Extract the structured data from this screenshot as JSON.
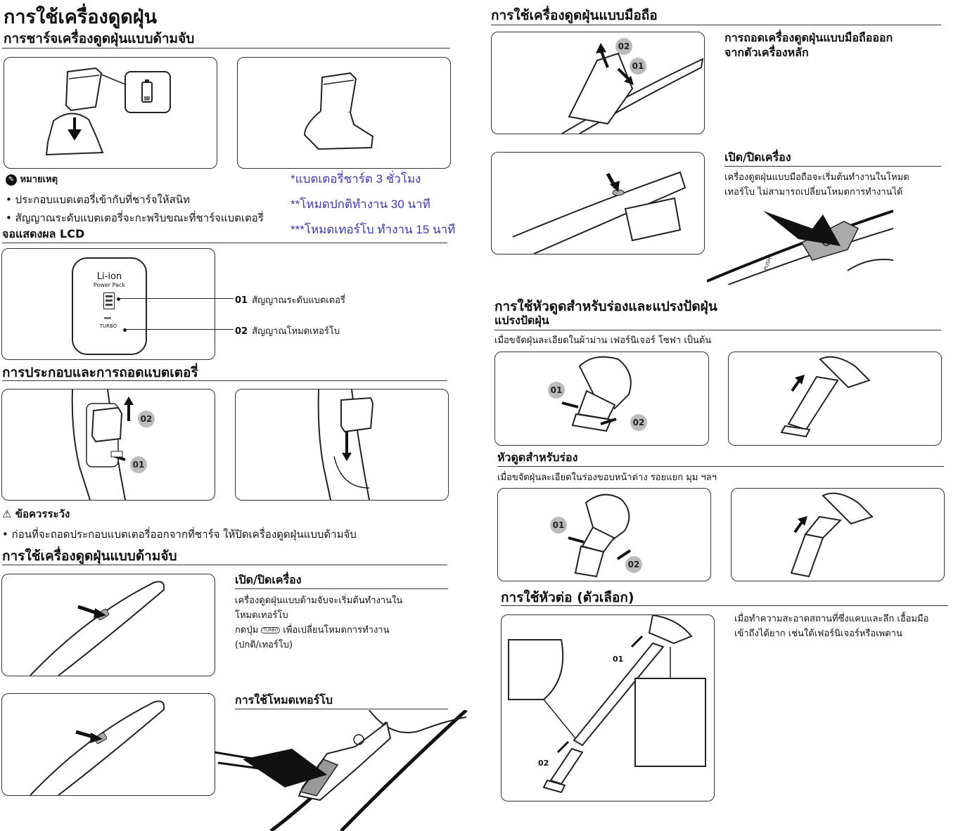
{
  "left": {
    "main_title": "การใช้เครื่องดูดฝุ่น",
    "charge_title": "การชาร์จเครื่องดูดฝุ่นแบบด้ามจับ",
    "note_label": "หมายเหตุ",
    "note_items": [
      "ประกอบแบตเตอรี่เข้ากับที่ชาร์จให้สนิท",
      "สัญญาณระดับแบตเตอรี่จะกะพริบขณะที่ชาร์จแบตเตอรี่"
    ],
    "extra_notes": [
      "*แบตเตอรี่ชาร์ต   3 ชั่วโมง",
      "**โหมดปกติทำงาน   30 นาที",
      "***โหมดเทอร์โบ   ทำงาน   15 นาที"
    ],
    "lcd_title": "จอแสดงผล LCD",
    "lcd_panel": {
      "brand": "Li-ion",
      "sub": "Power Pack",
      "turbo": "TURBO"
    },
    "lcd_callouts": [
      {
        "num": "01",
        "label": "สัญญาณระดับแบตเตอรี่"
      },
      {
        "num": "02",
        "label": "สัญญาณโหมดเทอร์โบ"
      }
    ],
    "battery_title": "การประกอบและการถอดแบตเตอรี่",
    "battery_steps": [
      "02",
      "01"
    ],
    "caution_label": "ข้อควรระวัง",
    "caution_item": "ก่อนที่จะถอดประกอบแบตเตอรี่ออกจากที่ชาร์จ ให้ปิดเครื่องดูดฝุ่นแบบด้ามจับ",
    "use_stick_title": "การใช้เครื่องดูดฝุ่นแบบด้ามจับ",
    "onoff_title": "เปิด/ปิดเครื่อง",
    "onoff_lines": [
      "เครื่องดูดฝุ่นแบบด้ามจับจะเริ่มต้นทำงานใน",
      "โหมดเทอร์โบ",
      "กดปุ่ม",
      "เพื่อเปลี่ยนโหมดการทำงาน",
      "(ปกติ/เทอร์โบ)"
    ],
    "turbo_icon_text": "TURBO",
    "turbo_title": "การใช้โหมดเทอร์โบ"
  },
  "right": {
    "handheld_title": "การใช้เครื่องดูดฝุ่นแบบมือถือ",
    "detach_lines": [
      "การถอดเครื่องดูดฝุ่นแบบมือถือออก",
      "จากตัวเครื่องหลัก"
    ],
    "detach_steps": [
      "02",
      "01"
    ],
    "hh_onoff_title": "เปิด/ปิดเครื่อง",
    "hh_onoff_lines": [
      "เครื่องดูดฝุ่นแบบมือถือจะเริ่มต้นทำงานในโหมด",
      "เทอร์โบ  ไม่สามารถเปลี่ยนโหมดการทำงานได้"
    ],
    "push_label": "PUSH",
    "tools_title": "การใช้หัวดูดสำหรับร่องและแปรงปัดฝุ่น",
    "brush_title": "แปรงปัดฝุ่น",
    "brush_desc": "เมื่อขจัดฝุ่นละเอียดในผ้าม่าน เฟอร์นิเจอร์ โซฟา เป็นต้น",
    "brush_steps": [
      "01",
      "02"
    ],
    "crevice_title": "หัวดูดสำหรับร่อง",
    "crevice_desc": "เมื่อขจัดฝุ่นละเอียดในร่องขอบหน้าต่าง รอยแยก มุม ฯลฯ",
    "crevice_steps": [
      "01",
      "02"
    ],
    "ext_title": "การใช้หัวต่อ (ตัวเลือก)",
    "ext_lines": [
      "เมื่อทำความสะอาดสถานที่ซึ่งแคบและลึก เอื้อมมือ",
      "เข้าถึงได้ยาก เช่นใต้เฟอร์นิเจอร์หรือเพดาน"
    ],
    "ext_steps": [
      "01",
      "02"
    ]
  }
}
